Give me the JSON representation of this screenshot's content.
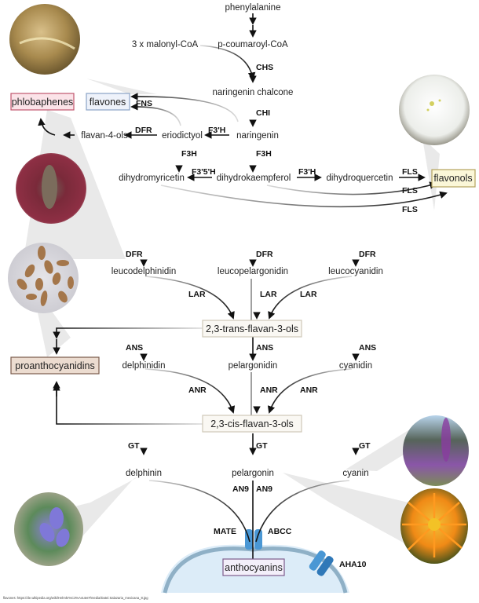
{
  "title": "Flavonoid biosynthesis pathway",
  "compounds": {
    "phenylalanine": "phenylalanine",
    "malonyl": "3 x malonyl-CoA",
    "coumaroyl": "p-coumaroyl-CoA",
    "chalcone": "naringenin chalcone",
    "naringenin": "naringenin",
    "eriodictyol": "eriodictyol",
    "flavan4ols": "flavan-4-ols",
    "dihydromyricetin": "dihydromyricetin",
    "dihydrokaempferol": "dihydrokaempferol",
    "dihydroquercetin": "dihydroquercetin",
    "leucodelphinidin": "leucodelphinidin",
    "leucopelargonidin": "leucopelargonidin",
    "leucocyanidin": "leucocyanidin",
    "delphinidin": "delphinidin",
    "pelargonidin": "pelargonidin",
    "cyanidin": "cyanidin",
    "delphinin": "delphinin",
    "pelargonin": "pelargonin",
    "cyanin": "cyanin"
  },
  "boxes": {
    "phlobaphenes": "phlobaphenes",
    "flavones": "flavones",
    "flavonols": "flavonols",
    "trans": "2,3-trans-flavan-3-ols",
    "proanthocyanidins": "proanthocyanidins",
    "cis": "2,3-cis-flavan-3-ols",
    "anthocyanins": "anthocyanins"
  },
  "enzymes": {
    "chs": "CHS",
    "chi": "CHI",
    "fns": "FNS",
    "dfr1": "DFR",
    "f3h_1": "F3'H",
    "f3h_a": "F3H",
    "f3h_b": "F3H",
    "f35h": "F3'5'H",
    "f3h_2": "F3'H",
    "fls1": "FLS",
    "fls2": "FLS",
    "fls3": "FLS",
    "dfr_a": "DFR",
    "dfr_b": "DFR",
    "dfr_c": "DFR",
    "lar_a": "LAR",
    "lar_b": "LAR",
    "lar_c": "LAR",
    "ans_a": "ANS",
    "ans_b": "ANS",
    "ans_c": "ANS",
    "anr_a": "ANR",
    "anr_b": "ANR",
    "anr_c": "ANR",
    "gt_a": "GT",
    "gt_b": "GT",
    "gt_c": "GT",
    "an9_a": "AN9",
    "an9_b": "AN9",
    "mate": "MATE",
    "abcc": "ABCC",
    "aha10": "AHA10"
  },
  "photos": {
    "flavones": "amber-resin-photo",
    "flavonols": "white-blossom-photo",
    "phlobaphenes": "red-wood-photo",
    "proanthocyanidins": "seeds-photo",
    "cyanin": "foxglove-photo",
    "delphinin": "violet-photo",
    "pelargonin": "orange-flower-photo"
  },
  "colors": {
    "phlobaphenes_fill": "#fbe3e8",
    "phlobaphenes_border": "#c0566e",
    "flavones_fill": "#eef2fa",
    "flavones_border": "#8aa3c6",
    "flavonols_fill": "#fbf7d8",
    "flavonols_border": "#b3a35e",
    "proantho_fill": "#ecdcd0",
    "proantho_border": "#7a5a4a",
    "flavan_fill": "#faf8f3",
    "flavan_border": "#cfc8b8",
    "antho_fill": "#f3effa",
    "antho_border": "#7d5c8c",
    "vacuole": "#dcecf8",
    "membrane": "#8fb0c6",
    "transporter": "#4a97d4"
  },
  "footer": "flavones: https://de.wikipedia.org/wiki/Helmkr%C3%A4uter#/media/Datei:Salazaria_mexicana_8.jpg"
}
